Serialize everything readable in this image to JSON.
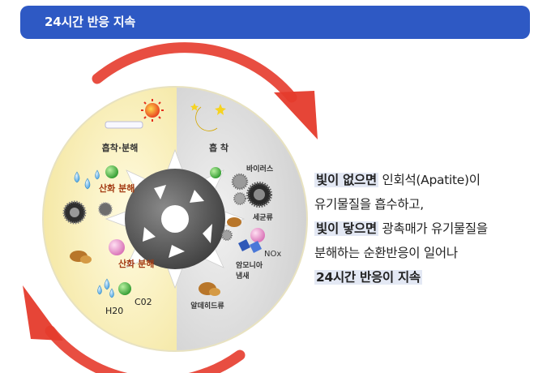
{
  "header": {
    "title": "24시간 반응 지속"
  },
  "diagram": {
    "day_title": "흡착·분해",
    "night_title": "흡 착",
    "day_labels": {
      "oxidation_1": "산화 분해",
      "oxidation_2": "산화 분해",
      "h2o": "H20",
      "co2": "C02"
    },
    "night_labels": {
      "virus": "바이러스",
      "bacteria": "세균류",
      "nox": "NOx",
      "ammonia": "암모니아\n냄새",
      "aldehyde": "알데히드류"
    }
  },
  "description": {
    "line1": {
      "bold": "빛이 없으면",
      "rest": " 인회석(Apatite)이"
    },
    "line2": "유기물질을 흡수하고,",
    "line3": {
      "bold": "빛이 닿으면",
      "rest": " 광촉매가 유기물질을"
    },
    "line4": "분해하는 순환반응이 일어나",
    "line5": "24시간 반응이 지속"
  },
  "colors": {
    "header_bg": "#2e59c4",
    "arrow_red": "#e53b2c",
    "day_bg": "#f9efb4",
    "night_bg": "#d9d9d9"
  }
}
